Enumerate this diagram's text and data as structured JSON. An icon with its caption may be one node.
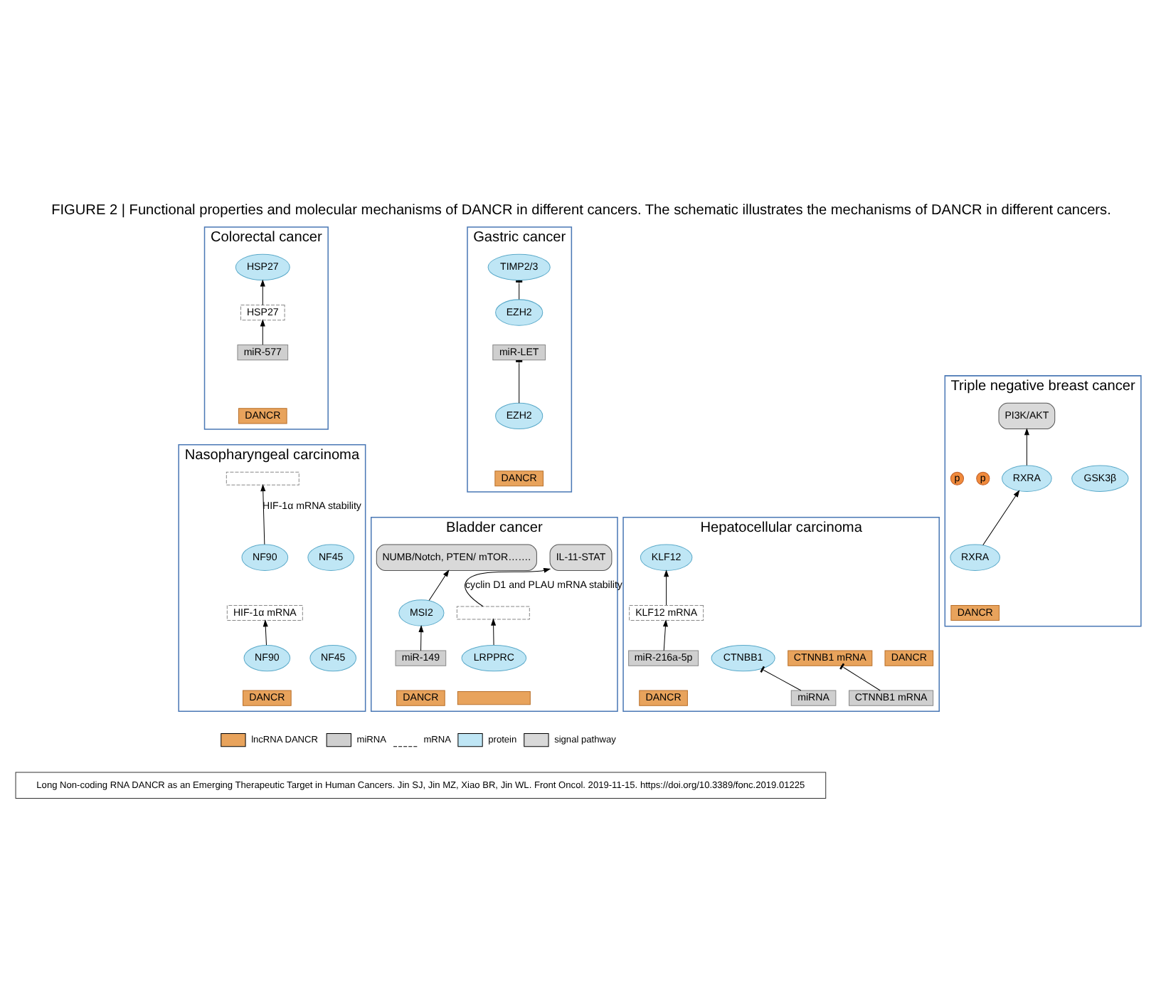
{
  "diagram": {
    "title": "FIGURE 2 | Functional properties and molecular mechanisms of DANCR in different cancers. The schematic illustrates the mechanisms of DANCR in different cancers.",
    "caption": "Long Non-coding RNA DANCR as an Emerging Therapeutic Target in Human Cancers. Jin SJ, Jin MZ, Xiao BR, Jin WL. Front Oncol. 2019-11-15. https://doi.org/10.3389/fonc.2019.01225",
    "nodes": [
      {
        "text": [
          "Colorectal cancer"
        ]
      },
      {
        "text": [
          "HSP27"
        ],
        "in": 0
      },
      {
        "text": [
          "HSP27"
        ],
        "in": 0
      },
      {
        "text": [
          "miR-577"
        ],
        "in": 0
      },
      {
        "text": [
          "DANCR"
        ],
        "in": 0
      },
      {
        "text": [
          "Gastric cancer"
        ]
      },
      {
        "text": [
          "TIMP2/3"
        ],
        "in": 5
      },
      {
        "text": [
          "EZH2"
        ],
        "in": 5
      },
      {
        "text": [
          "miR-LET"
        ],
        "in": 5
      },
      {
        "text": [
          "EZH2"
        ],
        "in": 5
      },
      {
        "text": [
          "DANCR"
        ],
        "in": 5
      },
      {
        "text": [
          "Triple negative breast cancer"
        ]
      },
      {
        "text": [
          "PI3K/AKT"
        ],
        "in": 11
      },
      {
        "text": [
          "RXRA"
        ],
        "in": 11
      },
      {
        "text": [
          "GSK3β"
        ],
        "in": 11
      },
      {
        "text": [
          "RXRA"
        ],
        "in": 11
      },
      {
        "text": [
          "DANCR"
        ],
        "in": 11
      },
      {
        "text": [
          "p"
        ],
        "in": 11
      },
      {
        "text": [
          "p"
        ],
        "in": 11
      },
      {
        "text": [
          "Nasopharyngeal carcinoma"
        ]
      },
      {
        "text": [],
        "shape": "wave",
        "in": 19
      },
      {
        "text": [
          "NF45"
        ],
        "in": 19
      },
      {
        "text": [
          "NF90"
        ],
        "in": 19
      },
      {
        "text": [
          "HIF-1α mRNA"
        ],
        "in": 19
      },
      {
        "text": [
          "NF90"
        ],
        "in": 19
      },
      {
        "text": [
          "NF45"
        ],
        "in": 19
      },
      {
        "text": [
          "DANCR"
        ],
        "in": 19
      },
      {
        "text": [
          "Bladder cancer"
        ]
      },
      {
        "text": [
          "NUMB/Notch, PTEN/ mTOR……."
        ],
        "in": 27
      },
      {
        "text": [
          "IL-11-STAT"
        ],
        "in": 27
      },
      {
        "text": [
          "MSI2"
        ],
        "in": 27
      },
      {
        "text": [
          "miR-149"
        ],
        "in": 27
      },
      {
        "text": [
          "DANCR"
        ],
        "in": 27
      },
      {
        "text": [],
        "shape": "wave",
        "in": 27
      },
      {
        "text": [
          "LRPPRC"
        ],
        "in": 27
      },
      {
        "text": [],
        "shape": "strand",
        "in": 27
      },
      {
        "text": [
          "Hepatocellular carcinoma"
        ]
      },
      {
        "text": [
          "DANCR"
        ],
        "in": 36
      },
      {
        "text": [
          "CTNNB1 mRNA"
        ],
        "in": 36
      },
      {
        "text": [
          "CTNNB1 mRNA"
        ],
        "in": 36
      },
      {
        "text": [
          "miRNA"
        ],
        "in": 36
      },
      {
        "text": [
          "CTNBB1"
        ],
        "in": 36
      },
      {
        "text": [
          "KLF12"
        ],
        "in": 36
      },
      {
        "text": [
          "KLF12 mRNA"
        ],
        "in": 36
      },
      {
        "text": [
          "miR-216a-5p"
        ],
        "in": 36
      },
      {
        "text": [
          "DANCR"
        ],
        "in": 36
      }
    ],
    "edges": [
      {
        "from": 3,
        "to": 2,
        "arrow": "to"
      },
      {
        "from": 2,
        "to": 1,
        "arrow": "to"
      },
      {
        "from": 9,
        "to": 8,
        "arrow": "other"
      },
      {
        "from": 7,
        "to": 6,
        "arrow": "other"
      },
      {
        "from": 15,
        "to": 13,
        "arrow": "to"
      },
      {
        "from": 13,
        "to": 12,
        "arrow": "to"
      },
      {
        "from": 24,
        "to": 23,
        "arrow": "to"
      },
      {
        "from": 22,
        "to": 20,
        "arrow": "to",
        "label": "HIF-1α mRNA stability"
      },
      {
        "from": 31,
        "to": 30,
        "arrow": "to"
      },
      {
        "from": 30,
        "to": 28,
        "arrow": "to"
      },
      {
        "from": 34,
        "to": 33,
        "arrow": "to"
      },
      {
        "from": 33,
        "to": 29,
        "arrow": "to",
        "label": "cyclin D1 and PLAU mRNA stability"
      },
      {
        "from": 38,
        "to": 39,
        "arrow": "other"
      },
      {
        "from": 40,
        "to": 41,
        "arrow": "other"
      },
      {
        "from": 44,
        "to": 43,
        "arrow": "to"
      },
      {
        "from": 43,
        "to": 42,
        "arrow": "to"
      }
    ],
    "legend": [
      {
        "text": "lncRNA DANCR"
      },
      {
        "text": "miRNA"
      },
      {
        "text": "mRNA"
      },
      {
        "text": "protein",
        "color": "#bfe6f5"
      },
      {
        "text": "signal pathway",
        "color": "#d9d9d9"
      }
    ]
  }
}
